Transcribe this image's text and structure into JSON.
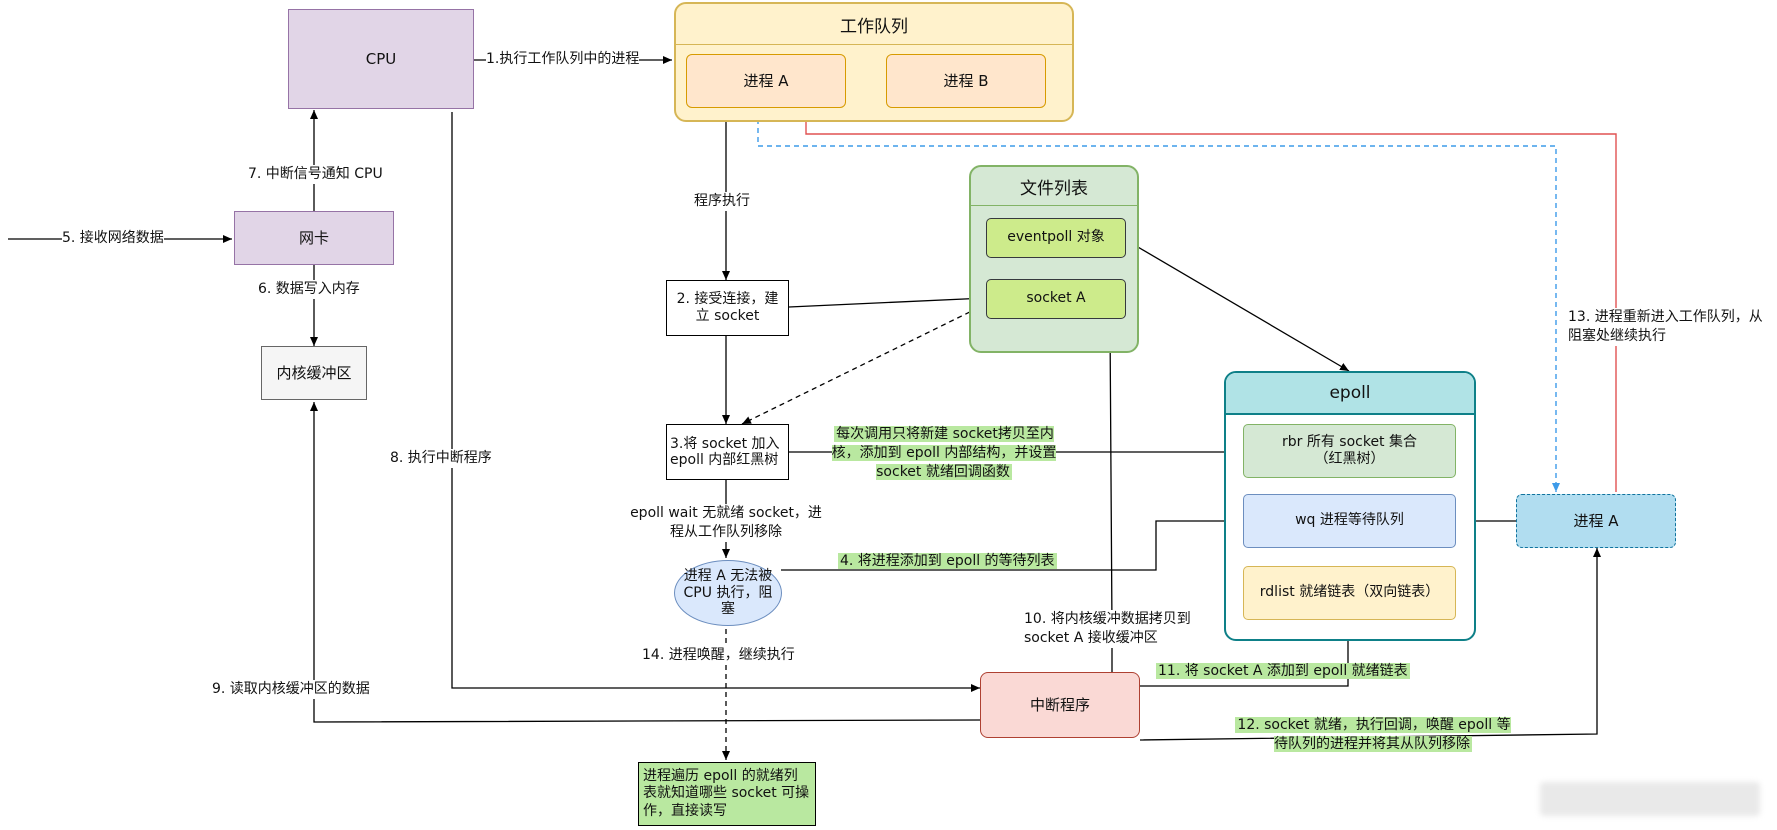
{
  "nodes": {
    "cpu": "CPU",
    "nic": "网卡",
    "kernel_buffer": "内核缓冲区",
    "work_queue_title": "工作队列",
    "process_a": "进程 A",
    "process_b": "进程 B",
    "file_list_title": "文件列表",
    "eventpoll": "eventpoll 对象",
    "socket_a": "socket A",
    "accept": "2. 接受连接，建立 socket",
    "add_to_epoll": "3.将 socket 加入 epoll 内部红黑树",
    "blocked": "进程 A 无法被 CPU 执行，阻塞",
    "traverse": "进程遍历 epoll 的就绪列表就知道哪些 socket 可操作，直接读写",
    "interrupt": "中断程序",
    "epoll_title": "epoll",
    "rbr": "rbr 所有 socket 集合（红黑树）",
    "wq": "wq 进程等待队列",
    "rdlist": "rdlist  就绪链表（双向链表）",
    "process_a_right": "进程 A"
  },
  "labels": {
    "step1": "1.执行工作队列中的进程",
    "step5": "5. 接收网络数据",
    "step6": "6. 数据写入内存",
    "step7": "7. 中断信号通知 CPU",
    "step8": "8. 执行中断程序",
    "step9": "9. 读取内核缓冲区的数据",
    "program_exec": "程序执行",
    "epoll_wait": "epoll wait 无就绪 socket，进程从工作队列移除",
    "copy_note": "每次调用只将新建 socket拷贝至内核，添加到 epoll 内部结构，并设置 socket 就绪回调函数",
    "step4": "4. 将进程添加到 epoll 的等待列表",
    "step10": "10. 将内核缓冲数据拷贝到 socket A 接收缓冲区",
    "step11": "11. 将 socket A 添加到 epoll 就绪链表",
    "step12": "12. socket 就绪，执行回调，唤醒 epoll 等待队列的进程并将其从队列移除",
    "step13": "13. 进程重新进入工作队列，从阻塞处继续执行",
    "step14": "14. 进程唤醒，继续执行"
  },
  "colors": {
    "cpu_fill": "#e1d5e7",
    "cpu_stroke": "#9673a6",
    "queue_fill": "#fff2cc",
    "queue_stroke": "#d6b656",
    "proc_fill": "#ffe6cc",
    "proc_stroke": "#d79b00",
    "files_fill": "#d5e8d4",
    "files_stroke": "#82b366",
    "inner_green": "#cdeb8b",
    "inner_green_stroke": "#36393d",
    "epoll_fill": "#b0e3e6",
    "epoll_stroke": "#0e8088",
    "rbr_fill": "#d5e8d4",
    "wq_fill": "#dae8fc",
    "wq_stroke": "#6c8ebf",
    "interrupt_fill": "#fad9d5",
    "interrupt_stroke": "#ae4132",
    "blocked_fill": "#dae8fc",
    "procA_right_fill": "#b1ddf0",
    "procA_right_stroke": "#10739e",
    "red_line": "#e05252",
    "blue_dash": "#3d9be9",
    "highlight": "#b9e8a0"
  }
}
